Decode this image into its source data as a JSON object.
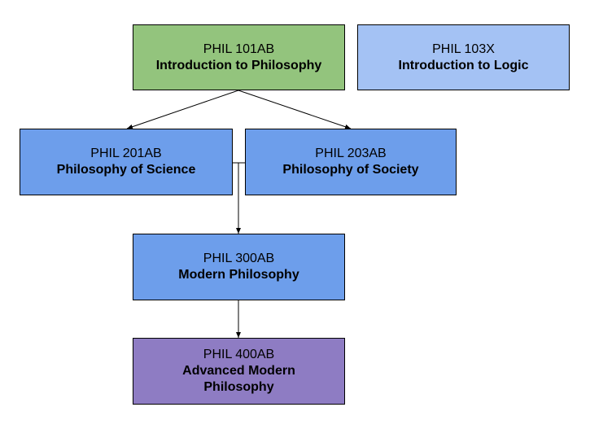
{
  "diagram": {
    "type": "course-prerequisite-flowchart",
    "nodes": [
      {
        "id": "phil101",
        "code": "PHIL 101AB",
        "title": "Introduction to Philosophy",
        "color": "#93c47d"
      },
      {
        "id": "phil103",
        "code": "PHIL 103X",
        "title": "Introduction to Logic",
        "color": "#a4c2f4"
      },
      {
        "id": "phil201",
        "code": "PHIL 201AB",
        "title": "Philosophy of Science",
        "color": "#6d9eeb"
      },
      {
        "id": "phil203",
        "code": "PHIL 203AB",
        "title": "Philosophy of Society",
        "color": "#6d9eeb"
      },
      {
        "id": "phil300",
        "code": "PHIL 300AB",
        "title": "Modern Philosophy",
        "color": "#6d9eeb"
      },
      {
        "id": "phil400",
        "code": "PHIL 400AB",
        "title": "Advanced Modern Philosophy",
        "color": "#8e7cc3"
      }
    ],
    "edges": [
      {
        "from": "phil101",
        "to": "phil201"
      },
      {
        "from": "phil101",
        "to": "phil203"
      },
      {
        "from": [
          "phil201",
          "phil203"
        ],
        "to": "phil300"
      },
      {
        "from": "phil300",
        "to": "phil400"
      }
    ]
  }
}
